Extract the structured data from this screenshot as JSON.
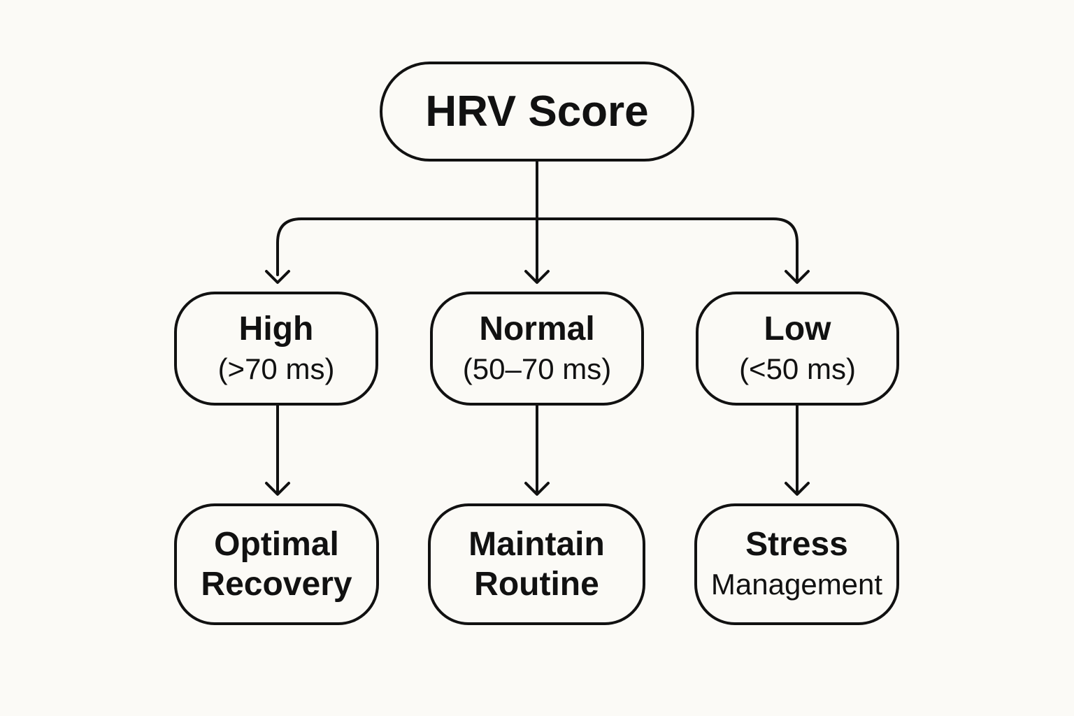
{
  "root": {
    "label": "HRV Score"
  },
  "categories": [
    {
      "name": "High",
      "range": "(>70 ms)",
      "outcome_line1": "Optimal",
      "outcome_line2": "Recovery"
    },
    {
      "name": "Normal",
      "range": "(50–70 ms)",
      "outcome_line1": "Maintain",
      "outcome_line2": "Routine"
    },
    {
      "name": "Low",
      "range": "(<50 ms)",
      "outcome_line1": "Stress",
      "outcome_line2": "Management"
    }
  ],
  "colors": {
    "stroke": "#111111",
    "background": "#fbfaf6"
  }
}
